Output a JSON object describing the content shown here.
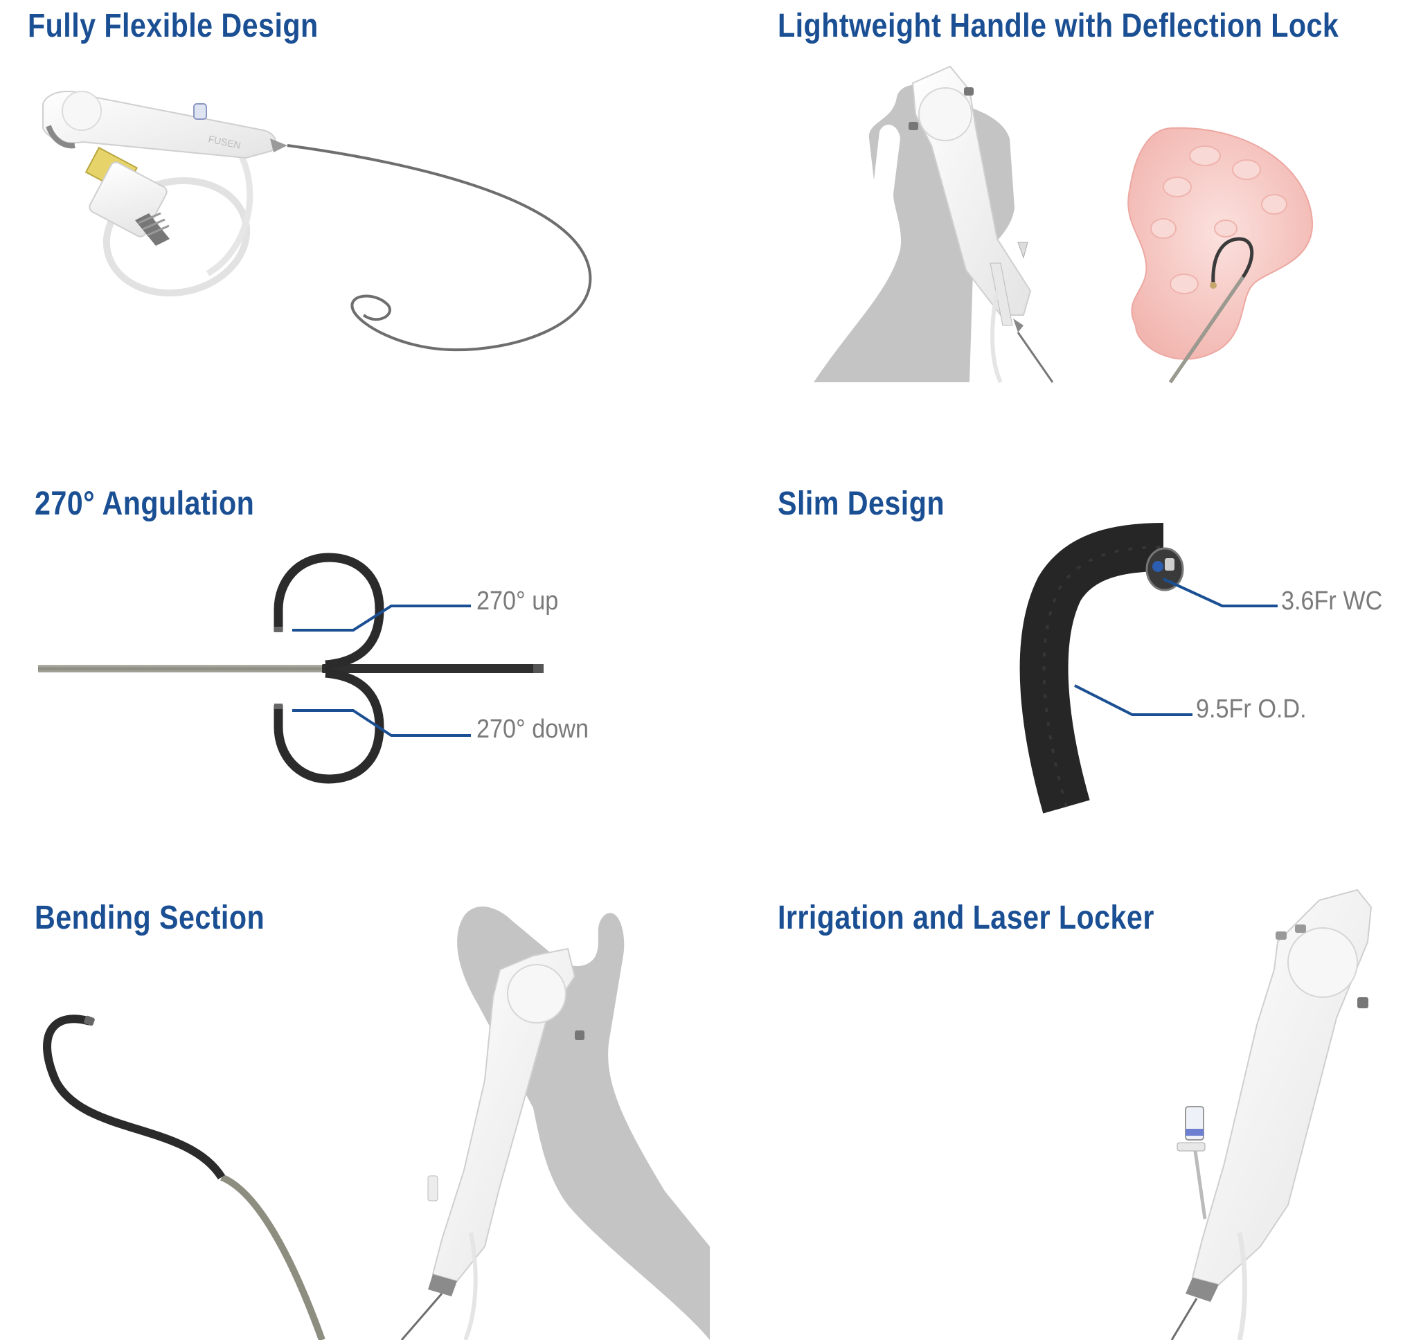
{
  "colors": {
    "heading": "#1b4f93",
    "callout_text": "#7a7a7a",
    "leader_line": "#1b4f93",
    "device_white": "#f1f1f1",
    "device_edge": "#c9c9c9",
    "scope_dark": "#2b2b2b",
    "shaft_metal": "#8e8e84",
    "hand_gray": "#c4c4c4",
    "kidney_pink": "#f6c8c4"
  },
  "sections": [
    {
      "title": "Fully Flexible Design"
    },
    {
      "title": "Lightweight Handle with Deflection Lock"
    },
    {
      "title": "270° Angulation",
      "callouts": [
        {
          "label": "270° up"
        },
        {
          "label": "270° down"
        }
      ]
    },
    {
      "title": "Slim Design",
      "callouts": [
        {
          "label": "3.6Fr WC"
        },
        {
          "label": "9.5Fr O.D."
        }
      ]
    },
    {
      "title": "Bending Section"
    },
    {
      "title": "Irrigation and Laser Locker"
    }
  ],
  "illustrations": {
    "fully_flexible": "ureteroscope-with-cable-icon",
    "lightweight_handle": "hand-holding-handle-and-kidney-icon",
    "angulation": "deflection-diagram-icon",
    "slim": "scope-tip-closeup-icon",
    "bending": "bending-section-and-hand-icon",
    "irrigation": "handle-with-irrigation-port-icon"
  }
}
